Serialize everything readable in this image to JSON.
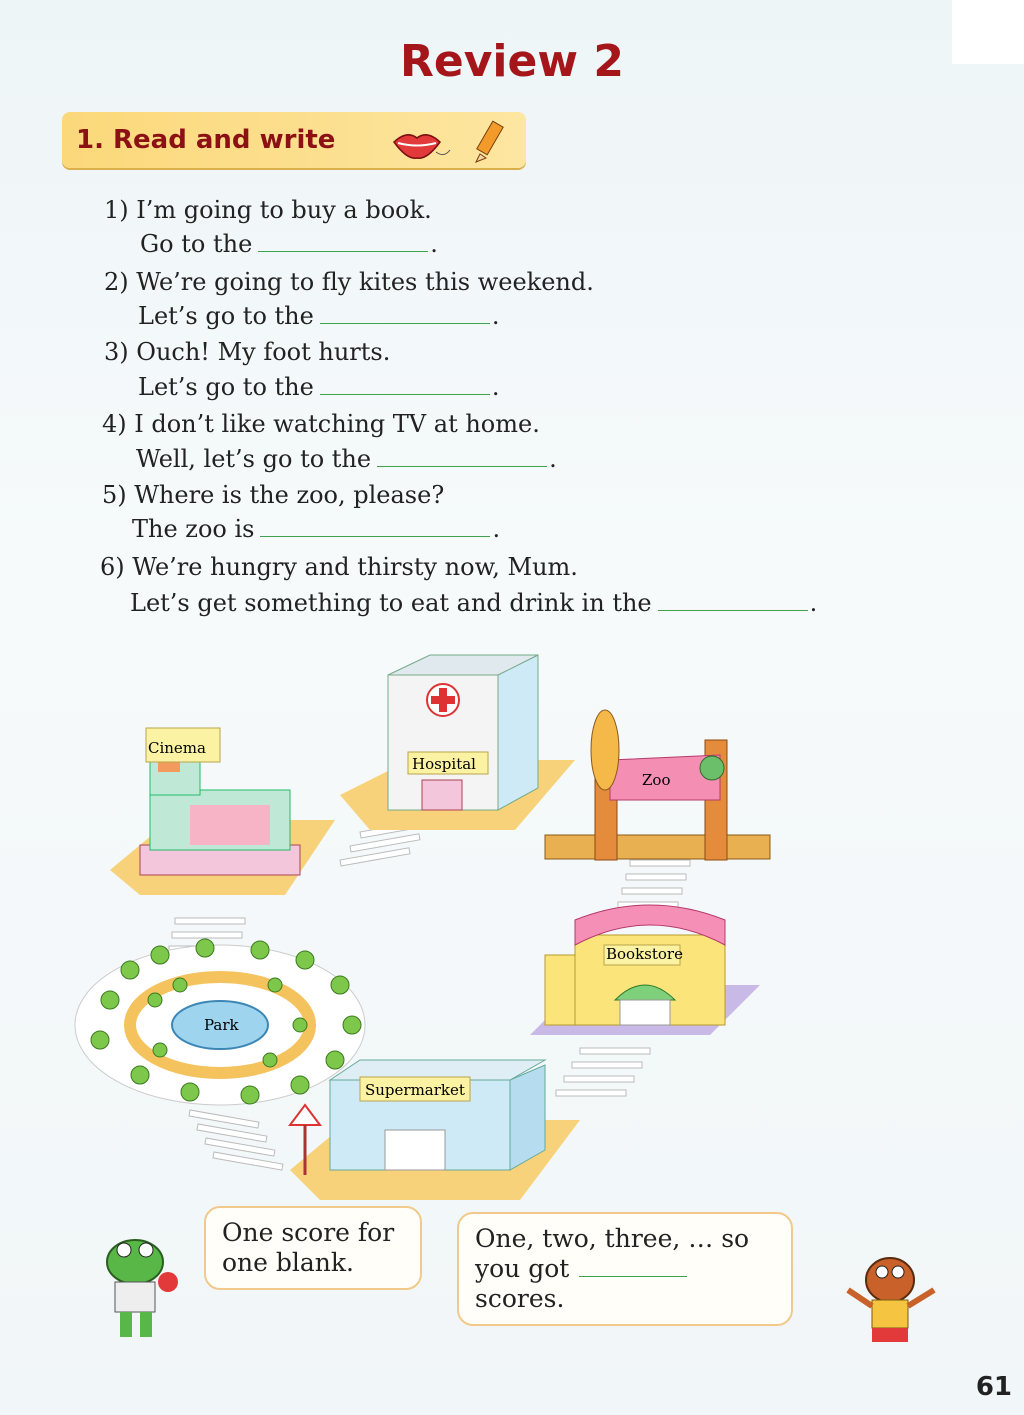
{
  "title": "Review 2",
  "section": {
    "label": "1. Read and write"
  },
  "questions": [
    {
      "q": "1) I’m going to buy a book.",
      "prompt": "Go to the"
    },
    {
      "q": "2) We’re going to fly kites this weekend.",
      "prompt": "Let’s go to the"
    },
    {
      "q": "3) Ouch! My foot hurts.",
      "prompt": "Let’s go to the"
    },
    {
      "q": "4) I don’t like watching TV at home.",
      "prompt": "Well, let’s go to the"
    },
    {
      "q": "5) Where is the zoo, please?",
      "prompt": "The zoo is"
    },
    {
      "q": "6) We’re hungry and thirsty now, Mum.",
      "prompt": "Let’s get something to eat and drink in the"
    }
  ],
  "map_labels": {
    "cinema": "Cinema",
    "hospital": "Hospital",
    "zoo": "Zoo",
    "bookstore": "Bookstore",
    "park": "Park",
    "supermarket": "Supermarket"
  },
  "bubbles": {
    "left": [
      "One score for",
      "one blank."
    ],
    "right_line1": "One, two, three, … so",
    "right_line2a": "you got",
    "right_line2b": "scores."
  },
  "page_number": "61",
  "colors": {
    "title": "#a4161a",
    "banner": "#fbd87a",
    "blank_line": "#3fa34d"
  }
}
